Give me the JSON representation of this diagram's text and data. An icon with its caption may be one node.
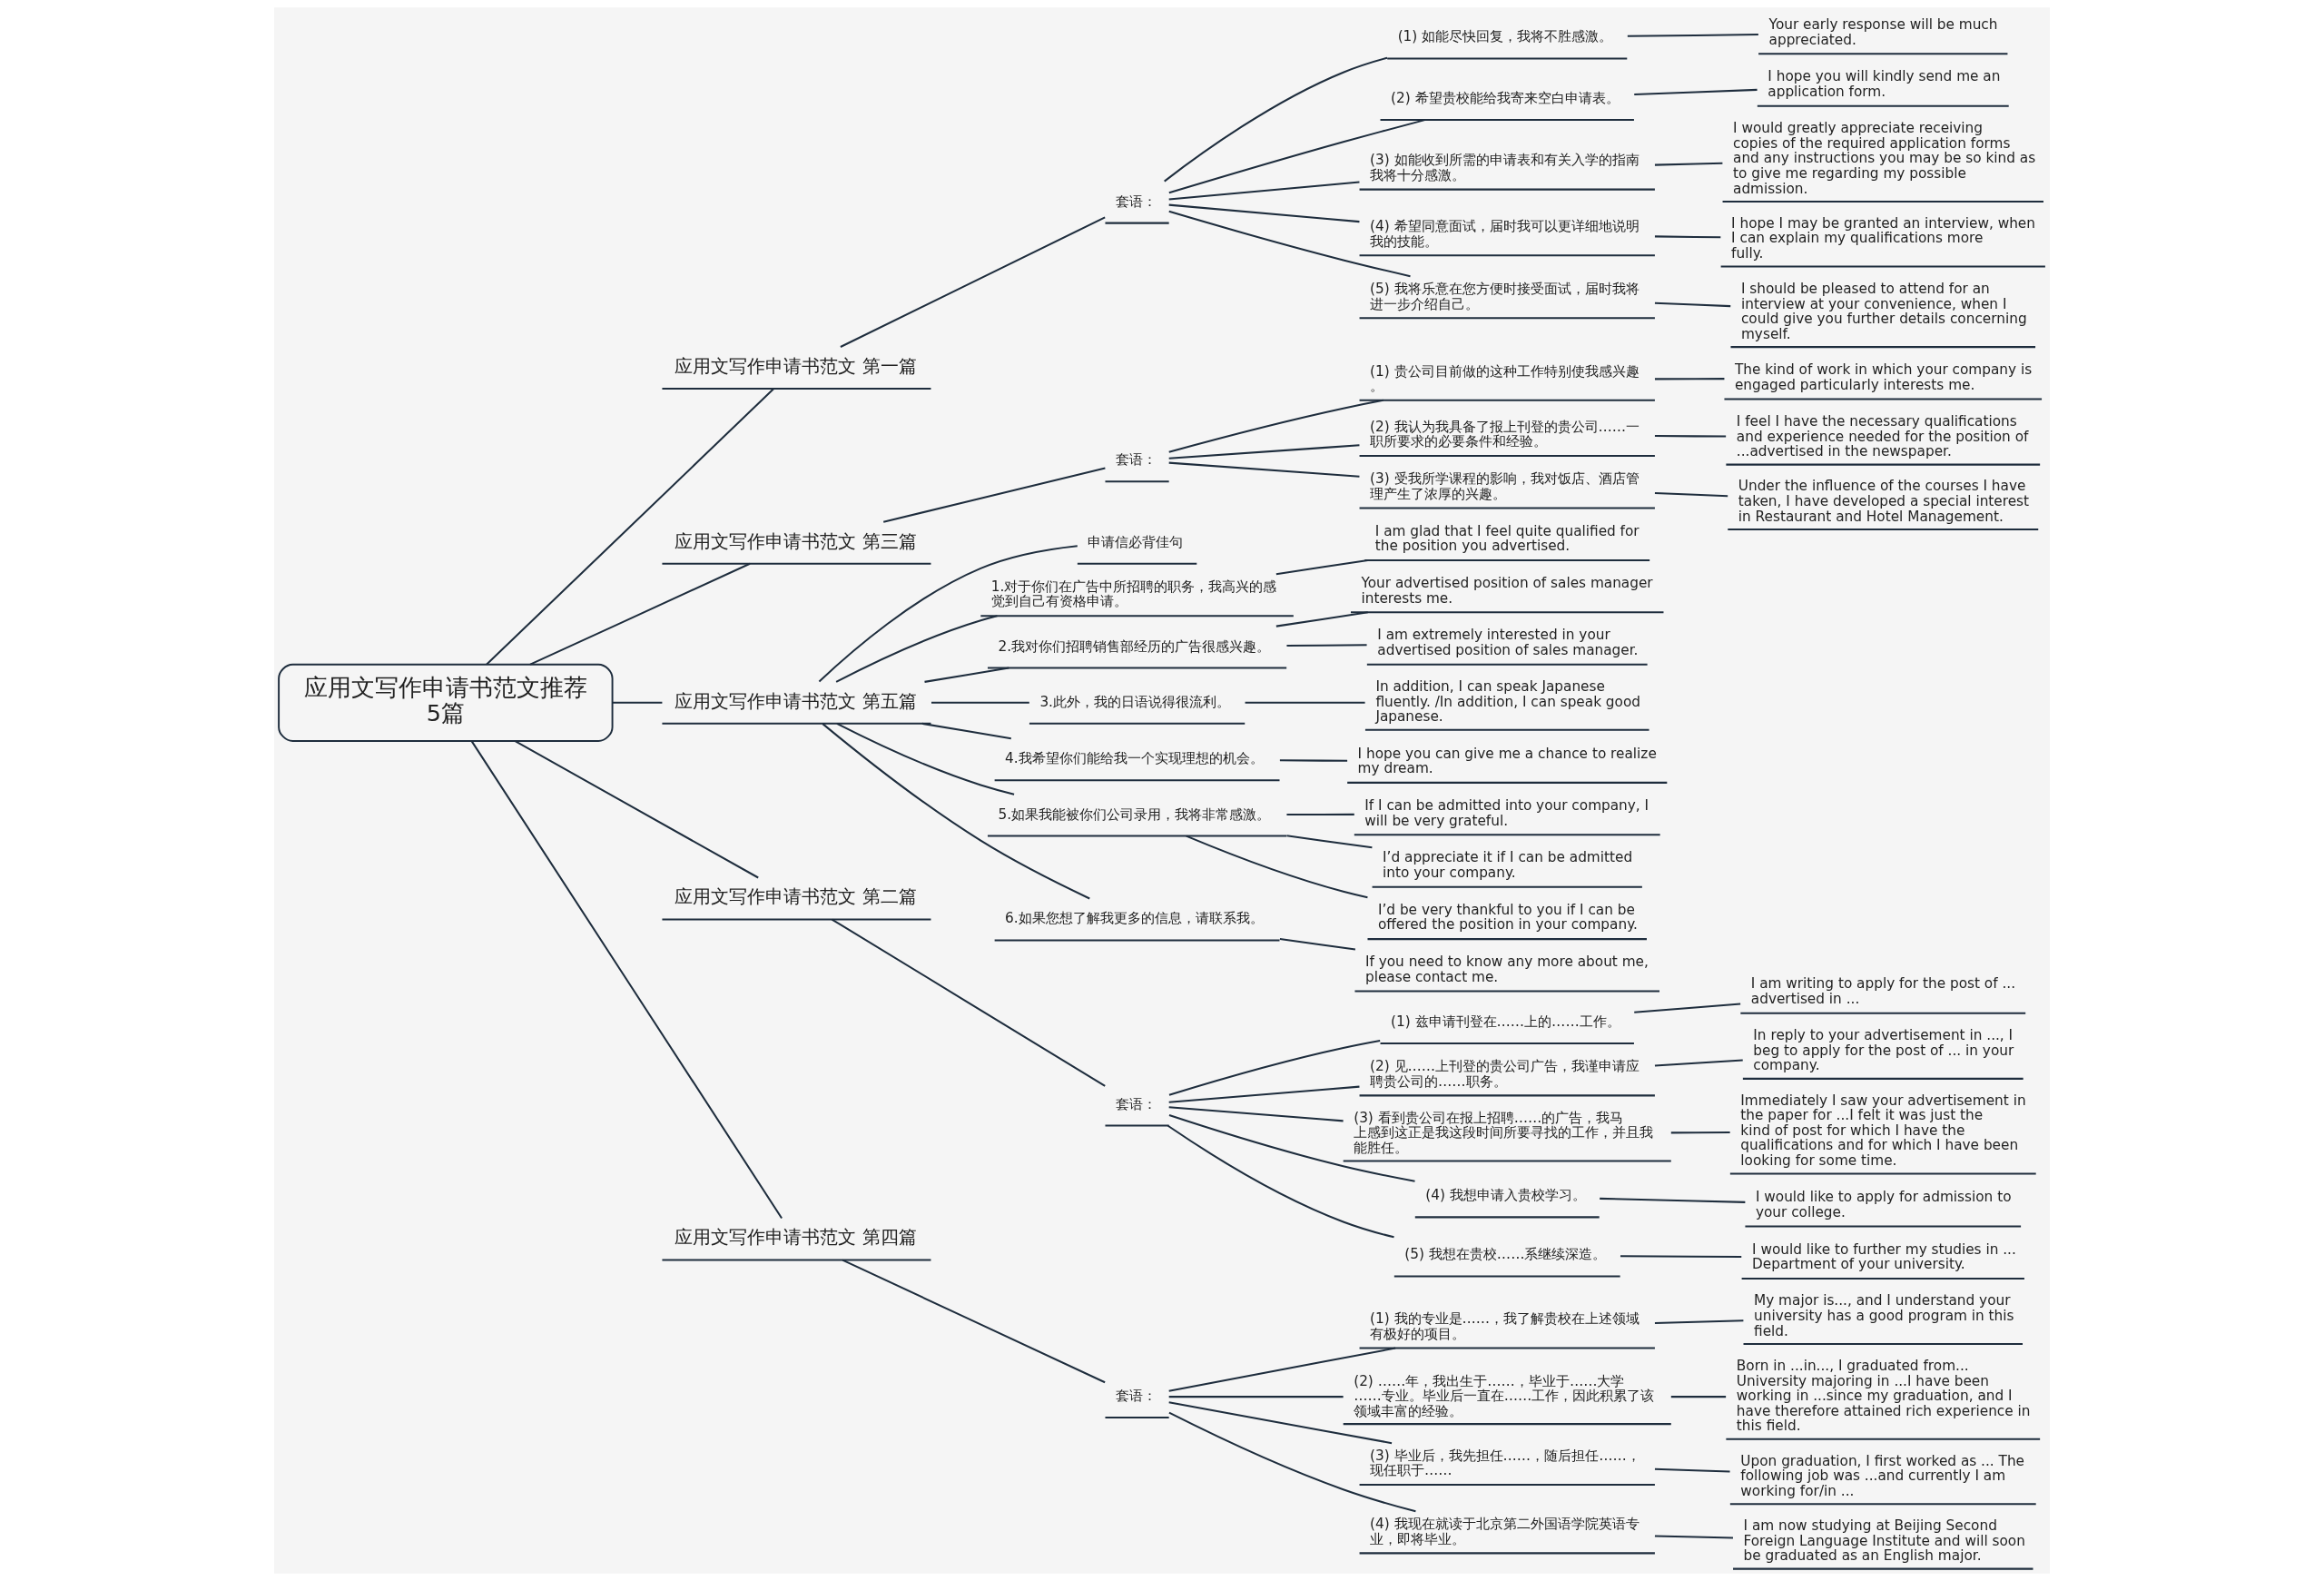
{
  "diagram": {
    "nodes": [
      {
        "text": [
          "应用文写作申请书范文推荐5篇"
        ]
      },
      {
        "text": [
          "应用文写作申请书范文 第一篇"
        ]
      },
      {
        "text": [
          "套语："
        ]
      },
      {
        "text": [
          "(1) 如能尽快回复，我将不胜感激。"
        ]
      },
      {
        "text": [
          "Your early response will be much appreciated."
        ]
      },
      {
        "text": [
          "(2) 希望贵校能给我寄来空白申请表。"
        ]
      },
      {
        "text": [
          "I hope you will kindly send me an application form."
        ]
      },
      {
        "text": [
          "(3) 如能收到所需的申请表和有关入学的指南我将十分感激。"
        ]
      },
      {
        "text": [
          "I would greatly appreciate receiving copies of the required application forms and any instructions you may be so kind as to give me regarding my possible admission."
        ]
      },
      {
        "text": [
          "(4) 希望同意面试，届时我可以更详细地说明我的技能。"
        ]
      },
      {
        "text": [
          "I hope I may be granted an interview, when I can explain my qualifications more fully."
        ]
      },
      {
        "text": [
          "(5) 我将乐意在您方便时接受面试，届时我将进一步介绍自己。"
        ]
      },
      {
        "text": [
          "I should be pleased to attend for an interview at your convenience, when I could give you further details concerning myself."
        ]
      },
      {
        "text": [
          "应用文写作申请书范文 第三篇"
        ]
      },
      {
        "text": [
          "套语："
        ]
      },
      {
        "text": [
          "(1) 贵公司目前做的这种工作特别使我感兴趣。"
        ]
      },
      {
        "text": [
          "The kind of work in which your company is engaged particularly interests me."
        ]
      },
      {
        "text": [
          "(2) 我认为我具备了报上刊登的贵公司……一职所要求的必要条件和经验。"
        ]
      },
      {
        "text": [
          "I feel I have the necessary qualifications and experience needed for the position of ...advertised in the newspaper."
        ]
      },
      {
        "text": [
          "(3) 受我所学课程的影响，我对饭店、酒店管理产生了浓厚的兴趣。"
        ]
      },
      {
        "text": [
          "Under the influence of the courses I have taken, I have developed a special interest in Restaurant and Hotel Management."
        ]
      },
      {
        "text": [
          "应用文写作申请书范文 第五篇"
        ]
      },
      {
        "text": [
          "申请信必背佳句"
        ]
      },
      {
        "text": [
          "1.对于你们在广告中所招聘的职务，我高兴的感觉到自己有资格申请。"
        ]
      },
      {
        "text": [
          "I am glad that I feel quite qualified for the position you advertised."
        ]
      },
      {
        "text": [
          "2.我对你们招聘销售部经历的广告很感兴趣。"
        ]
      },
      {
        "text": [
          "Your advertised position of sales manager interests me."
        ]
      },
      {
        "text": [
          "I am extremely interested in your advertised position of sales manager."
        ]
      },
      {
        "text": [
          "3.此外，我的日语说得很流利。"
        ]
      },
      {
        "text": [
          "In addition, I can speak Japanese fluently. /In addition, I can speak good Japanese."
        ]
      },
      {
        "text": [
          "4.我希望你们能给我一个实现理想的机会。"
        ]
      },
      {
        "text": [
          "I hope you can give me a chance to realize my dream."
        ]
      },
      {
        "text": [
          "5.如果我能被你们公司录用，我将非常感激。"
        ]
      },
      {
        "text": [
          "If I can be admitted into your company, I will be very grateful."
        ]
      },
      {
        "text": [
          "I’d appreciate it if I can be admitted into your company."
        ]
      },
      {
        "text": [
          "I’d be very thankful to you if I can be offered the position in your company."
        ]
      },
      {
        "text": [
          "6.如果您想了解我更多的信息，请联系我。"
        ]
      },
      {
        "text": [
          "If you need to know any more about me, please contact me."
        ]
      },
      {
        "text": [
          "应用文写作申请书范文 第二篇"
        ]
      },
      {
        "text": [
          "套语："
        ]
      },
      {
        "text": [
          "(1) 兹申请刊登在……上的……工作。"
        ]
      },
      {
        "text": [
          "I am writing to apply for the post of ... advertised in ..."
        ]
      },
      {
        "text": [
          "(2) 见……上刊登的贵公司广告，我谨申请应聘贵公司的……职务。"
        ]
      },
      {
        "text": [
          "In reply to your advertisement in ..., I beg to apply for the post of ... in your company."
        ]
      },
      {
        "text": [
          "(3) 看到贵公司在报上招聘……的广告，我马上感到这正是我这段时间所要寻找的工作，并且我能胜任。"
        ]
      },
      {
        "text": [
          "Immediately I saw your advertisement in the paper for ...I felt it was just the kind of post for which I have the qualifications and for which I have been looking for some time."
        ]
      },
      {
        "text": [
          "(4) 我想申请入贵校学习。"
        ]
      },
      {
        "text": [
          "I would like to apply for admission to your college."
        ]
      },
      {
        "text": [
          "(5) 我想在贵校……系继续深造。"
        ]
      },
      {
        "text": [
          "I would like to further my studies in ... Department of your university."
        ]
      },
      {
        "text": [
          "应用文写作申请书范文 第四篇"
        ]
      },
      {
        "text": [
          "套语："
        ]
      },
      {
        "text": [
          "(1) 我的专业是……，我了解贵校在上述领域有极好的项目。"
        ]
      },
      {
        "text": [
          "My major is..., and I understand your university has a good program in this field."
        ]
      },
      {
        "text": [
          "(2) ……年，我出生于……，毕业于……大学……专业。毕业后一直在……工作，因此积累了该领域丰富的经验。"
        ]
      },
      {
        "text": [
          "Born in ...in..., I graduated from... University majoring in ...I have been working in ...since my graduation, and I have therefore attained rich experience in this field."
        ]
      },
      {
        "text": [
          "(3) 毕业后，我先担任……，随后担任……，现任职于……"
        ]
      },
      {
        "text": [
          "Upon graduation, I first worked as ... The following job was ...and currently I am working for/in ..."
        ]
      },
      {
        "text": [
          "(4) 我现在就读于北京第二外国语学院英语专业，即将毕业。"
        ]
      },
      {
        "text": [
          "I am now studying at Beijing Second Foreign Language Institute and will soon be graduated as an English major."
        ]
      }
    ],
    "edges": [
      {
        "from": 0,
        "to": 1,
        "arrow": "none"
      },
      {
        "from": 1,
        "to": 2,
        "arrow": "none"
      },
      {
        "from": 2,
        "to": 3,
        "arrow": "none"
      },
      {
        "from": 3,
        "to": 4,
        "arrow": "none"
      },
      {
        "from": 2,
        "to": 5,
        "arrow": "none"
      },
      {
        "from": 5,
        "to": 6,
        "arrow": "none"
      },
      {
        "from": 2,
        "to": 7,
        "arrow": "none"
      },
      {
        "from": 7,
        "to": 8,
        "arrow": "none"
      },
      {
        "from": 2,
        "to": 9,
        "arrow": "none"
      },
      {
        "from": 9,
        "to": 10,
        "arrow": "none"
      },
      {
        "from": 2,
        "to": 11,
        "arrow": "none"
      },
      {
        "from": 11,
        "to": 12,
        "arrow": "none"
      },
      {
        "from": 0,
        "to": 13,
        "arrow": "none"
      },
      {
        "from": 13,
        "to": 14,
        "arrow": "none"
      },
      {
        "from": 14,
        "to": 15,
        "arrow": "none"
      },
      {
        "from": 15,
        "to": 16,
        "arrow": "none"
      },
      {
        "from": 14,
        "to": 17,
        "arrow": "none"
      },
      {
        "from": 17,
        "to": 18,
        "arrow": "none"
      },
      {
        "from": 14,
        "to": 19,
        "arrow": "none"
      },
      {
        "from": 19,
        "to": 20,
        "arrow": "none"
      },
      {
        "from": 0,
        "to": 21,
        "arrow": "none"
      },
      {
        "from": 21,
        "to": 22,
        "arrow": "none"
      },
      {
        "from": 21,
        "to": 23,
        "arrow": "none"
      },
      {
        "from": 23,
        "to": 24,
        "arrow": "none"
      },
      {
        "from": 21,
        "to": 25,
        "arrow": "none"
      },
      {
        "from": 25,
        "to": 26,
        "arrow": "none"
      },
      {
        "from": 25,
        "to": 27,
        "arrow": "none"
      },
      {
        "from": 21,
        "to": 28,
        "arrow": "none"
      },
      {
        "from": 28,
        "to": 29,
        "arrow": "none"
      },
      {
        "from": 21,
        "to": 30,
        "arrow": "none"
      },
      {
        "from": 30,
        "to": 31,
        "arrow": "none"
      },
      {
        "from": 21,
        "to": 32,
        "arrow": "none"
      },
      {
        "from": 32,
        "to": 33,
        "arrow": "none"
      },
      {
        "from": 32,
        "to": 34,
        "arrow": "none"
      },
      {
        "from": 32,
        "to": 35,
        "arrow": "none"
      },
      {
        "from": 21,
        "to": 36,
        "arrow": "none"
      },
      {
        "from": 36,
        "to": 37,
        "arrow": "none"
      },
      {
        "from": 0,
        "to": 38,
        "arrow": "none"
      },
      {
        "from": 38,
        "to": 39,
        "arrow": "none"
      },
      {
        "from": 39,
        "to": 40,
        "arrow": "none"
      },
      {
        "from": 40,
        "to": 41,
        "arrow": "none"
      },
      {
        "from": 39,
        "to": 42,
        "arrow": "none"
      },
      {
        "from": 42,
        "to": 43,
        "arrow": "none"
      },
      {
        "from": 39,
        "to": 44,
        "arrow": "none"
      },
      {
        "from": 44,
        "to": 45,
        "arrow": "none"
      },
      {
        "from": 39,
        "to": 46,
        "arrow": "none"
      },
      {
        "from": 46,
        "to": 47,
        "arrow": "none"
      },
      {
        "from": 39,
        "to": 48,
        "arrow": "none"
      },
      {
        "from": 48,
        "to": 49,
        "arrow": "none"
      },
      {
        "from": 0,
        "to": 50,
        "arrow": "none"
      },
      {
        "from": 50,
        "to": 51,
        "arrow": "none"
      },
      {
        "from": 51,
        "to": 52,
        "arrow": "none"
      },
      {
        "from": 52,
        "to": 53,
        "arrow": "none"
      },
      {
        "from": 51,
        "to": 54,
        "arrow": "none"
      },
      {
        "from": 54,
        "to": 55,
        "arrow": "none"
      },
      {
        "from": 51,
        "to": 56,
        "arrow": "none"
      },
      {
        "from": 56,
        "to": 57,
        "arrow": "none"
      },
      {
        "from": 51,
        "to": 58,
        "arrow": "none"
      },
      {
        "from": 58,
        "to": 59,
        "arrow": "none"
      }
    ]
  }
}
